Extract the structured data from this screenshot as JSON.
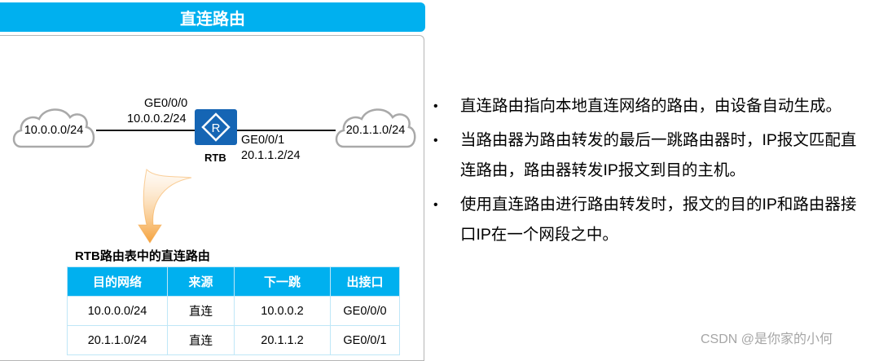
{
  "header": {
    "title": "直连路由"
  },
  "topology": {
    "clouds": [
      {
        "id": "left",
        "label": "10.0.0.0/24"
      },
      {
        "id": "right",
        "label": "20.1.1.0/24"
      }
    ],
    "router": {
      "name": "RTB",
      "icon": "router-icon",
      "glyph": "R",
      "color": "#1565b4"
    },
    "interfaces": [
      {
        "name": "GE0/0/0",
        "ip": "10.0.0.2/24"
      },
      {
        "name": "GE0/0/1",
        "ip": "20.1.1.2/24"
      }
    ],
    "arrow": {
      "icon": "curved-arrow-down-icon",
      "color": "#f5a23c"
    }
  },
  "route_table": {
    "caption": "RTB路由表中的直连路由",
    "columns": [
      "目的网络",
      "来源",
      "下一跳",
      "出接口"
    ],
    "rows": [
      [
        "10.0.0.0/24",
        "直连",
        "10.0.0.2",
        "GE0/0/0"
      ],
      [
        "20.1.1.0/24",
        "直连",
        "20.1.1.2",
        "GE0/0/1"
      ]
    ],
    "header_color": "#00b0ef"
  },
  "bullets": [
    {
      "marker": "•",
      "text": "直连路由指向本地直连网络的路由，由设备自动生成。"
    },
    {
      "marker": "•",
      "text": "当路由器为路由转发的最后一跳路由器时，IP报文匹配直连路由，路由器转发IP报文到目的主机。"
    },
    {
      "marker": "•",
      "text": "使用直连路由进行路由转发时，报文的目的IP和路由器接口IP在一个网段之中。"
    }
  ],
  "watermark": "CSDN @是你家的小何",
  "colors": {
    "accent": "#00b0ef",
    "router": "#1565b4",
    "arrow": "#f5a23c"
  }
}
